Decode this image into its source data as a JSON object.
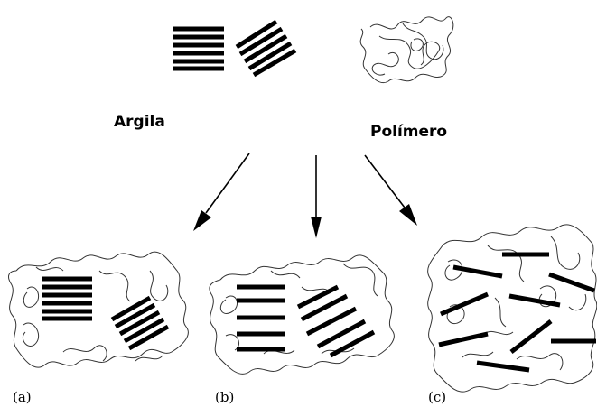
{
  "labels": {
    "clay": "Argila",
    "polymer": "Polímero",
    "panel_a": "(a)",
    "panel_b": "(b)",
    "panel_c": "(c)"
  },
  "colors": {
    "ink": "#000000",
    "chain": "#333333",
    "background": "#ffffff"
  }
}
